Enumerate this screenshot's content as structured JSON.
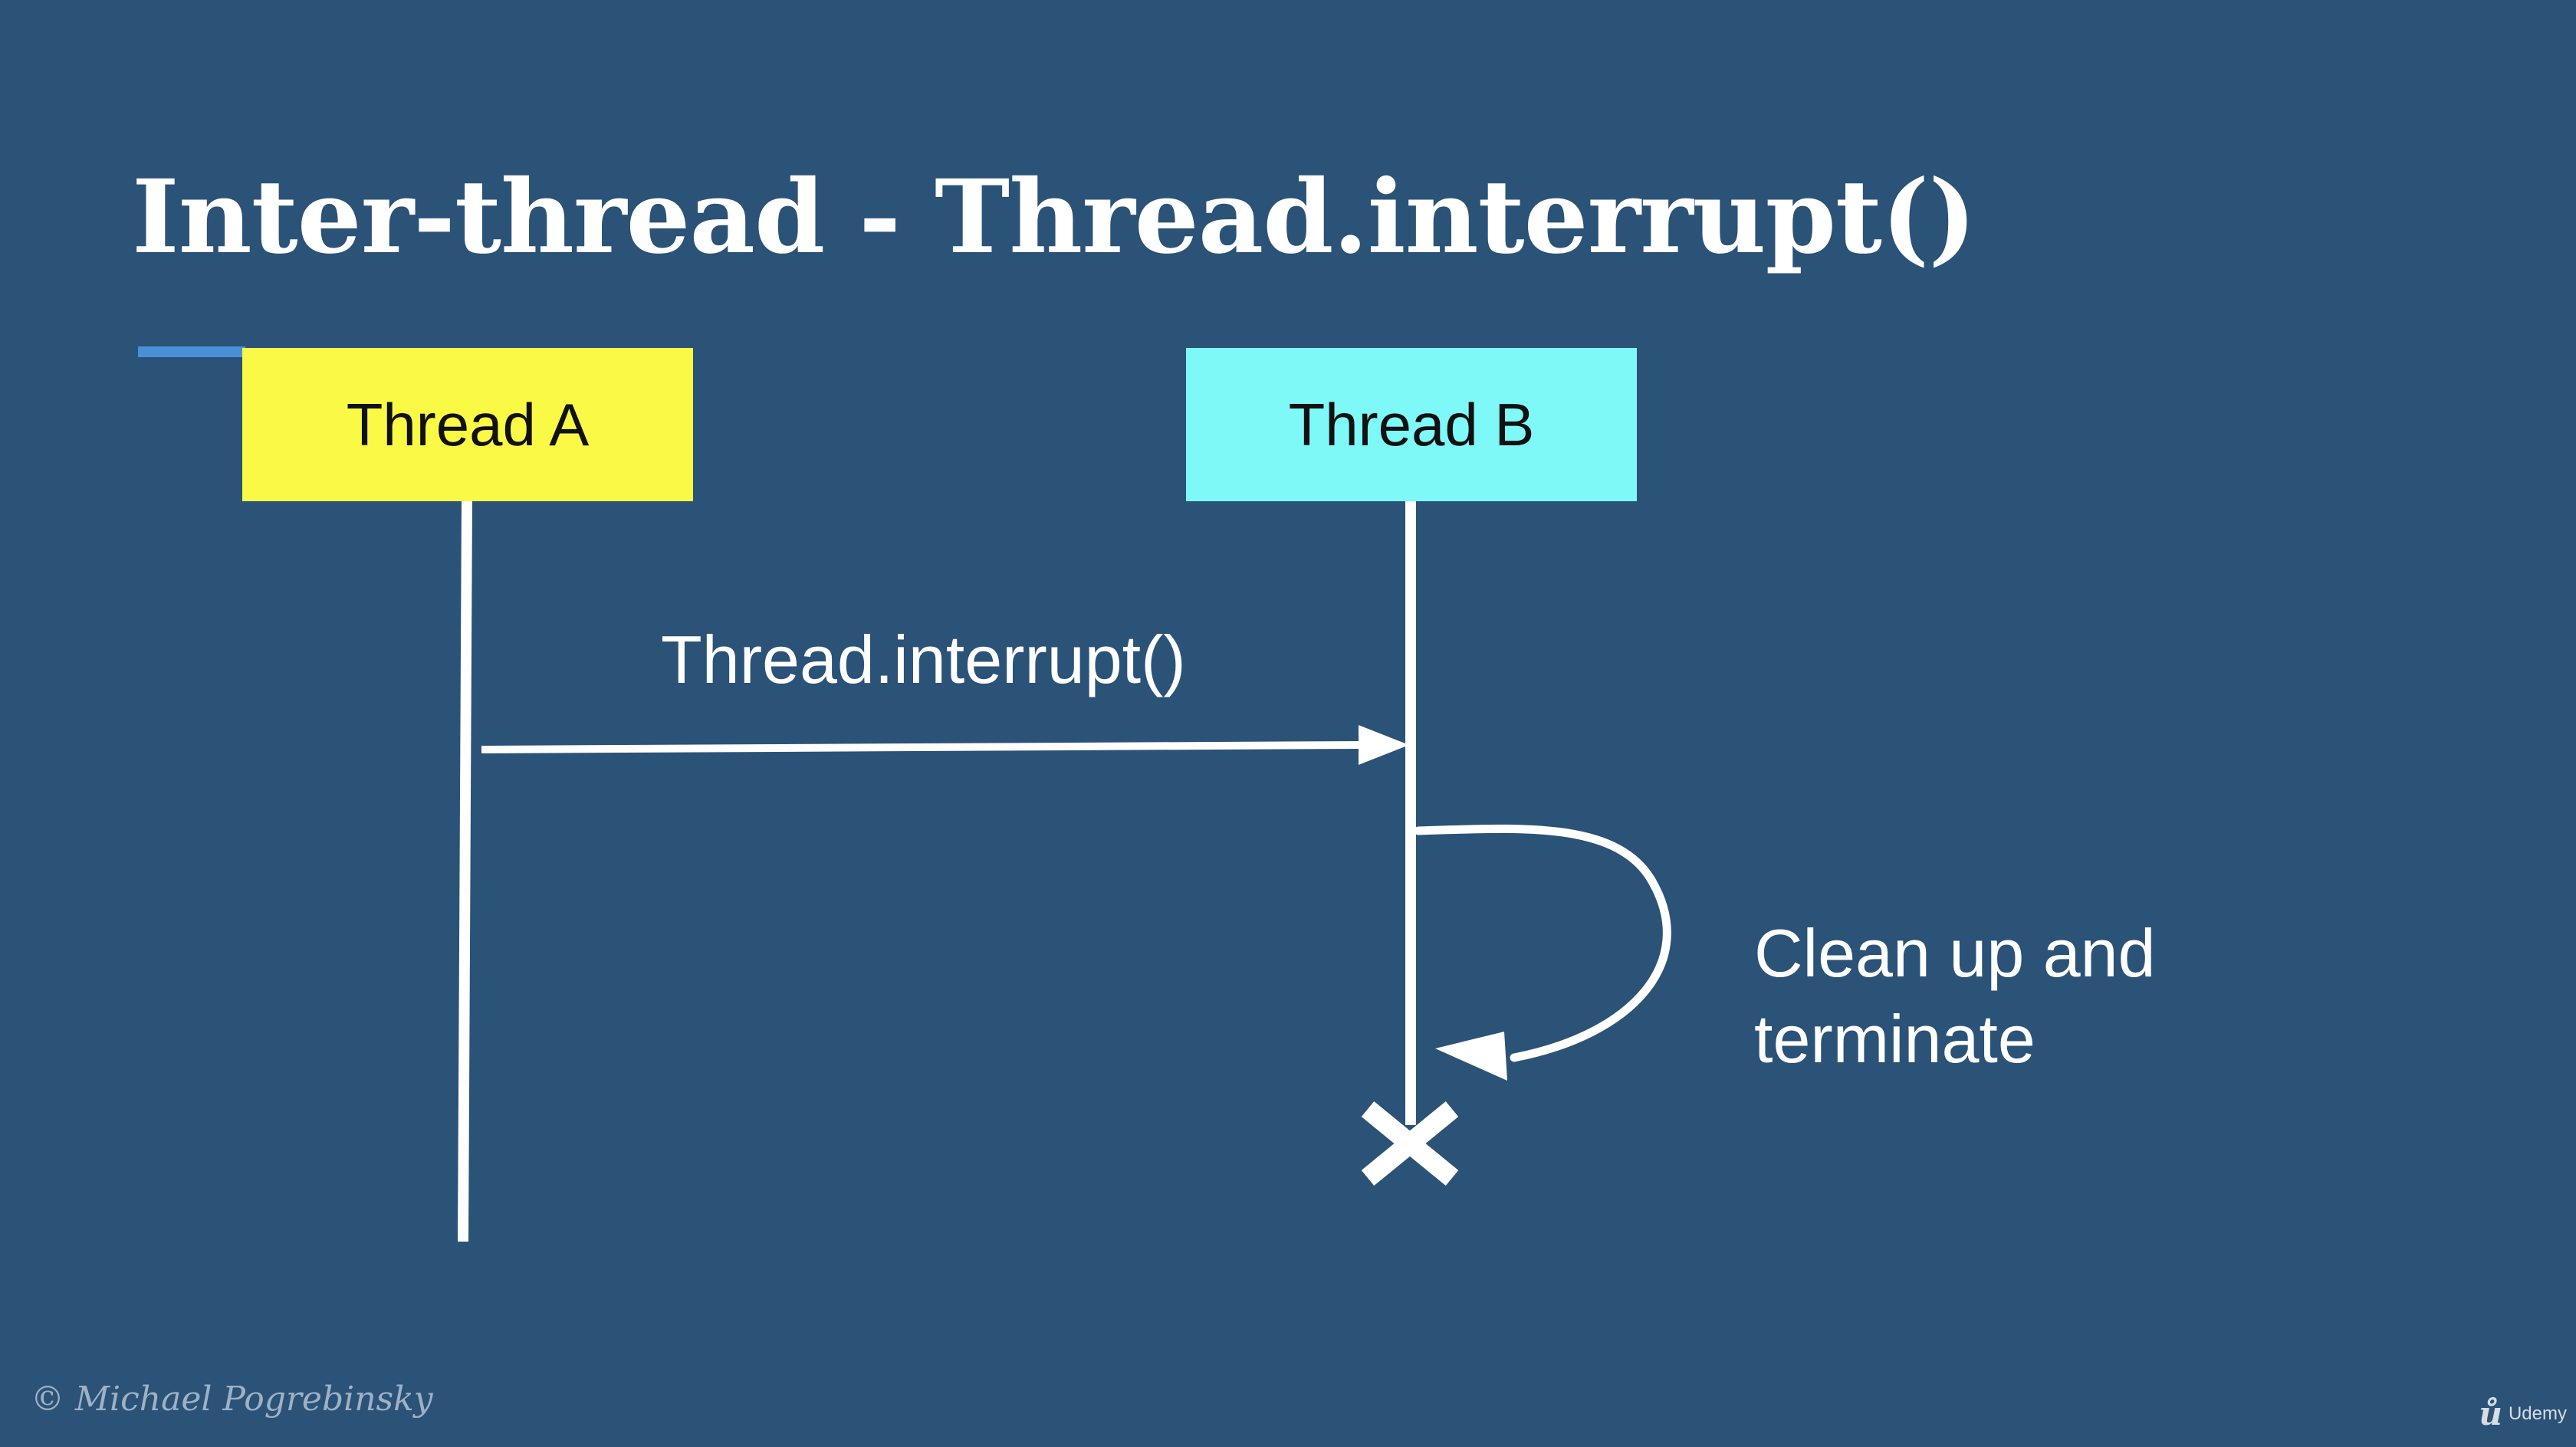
{
  "slide": {
    "title": "Inter-thread - Thread.interrupt()",
    "copyright": "© Michael Pogrebinsky",
    "brand": "Udemy"
  },
  "threads": [
    {
      "label": "Thread A",
      "color": "#fafa46"
    },
    {
      "label": "Thread B",
      "color": "#7ff8f8"
    }
  ],
  "message": {
    "label": "Thread.interrupt()"
  },
  "self_message": {
    "line1": "Clean up and",
    "line2": "terminate"
  },
  "colors": {
    "background": "#2b5277",
    "accent": "#4a90d9",
    "lines": "#ffffff"
  },
  "icons": [
    "termination-x-icon",
    "udemy-logo-icon"
  ]
}
